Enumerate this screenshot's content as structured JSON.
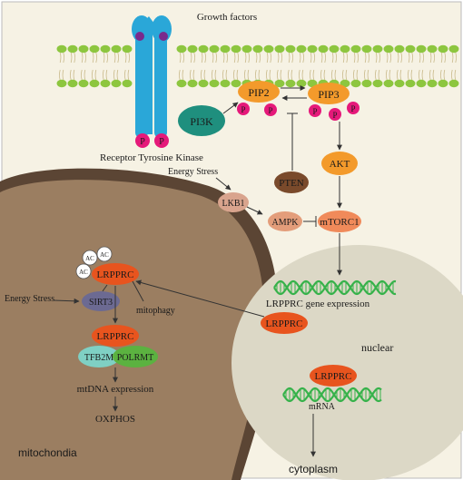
{
  "colors": {
    "background": "#f6f2e4",
    "mito_outer": "#5b4534",
    "mito_inner": "#9b7e61",
    "nucleus": "#dcd8c6",
    "lipid_head": "#8dc63f",
    "receptor": "#2aa7d8",
    "phosphate": "#e5197a",
    "orange_node": "#f39a2b",
    "red_node": "#e8541e",
    "dna": "#36b24a"
  },
  "labels": {
    "growth_factors": "Growth factors",
    "receptor": "Receptor Tyrosine Kinase",
    "energy_stress_top": "Energy Stress",
    "energy_stress_left": "Energy Stress",
    "mitophagy": "mitophagy",
    "mtdna_expression": "mtDNA expression",
    "oxphos": "OXPHOS",
    "gene_expression": "LRPPRC gene expression",
    "nuclear": "nuclear",
    "mrna": "mRNA",
    "cytoplasm": "cytoplasm",
    "mitochondria": "mitochondia"
  },
  "nodes": {
    "pi3k": "PI3K",
    "pip2": "PIP2",
    "pip3": "PIP3",
    "akt": "AKT",
    "pten": "PTEN",
    "lkb1": "LKB1",
    "ampk": "AMPK",
    "mtorc1": "mTORC1",
    "lrpprc_mito": "LRPPRC",
    "sirt3": "SIRT3",
    "lrpprc_mid": "LRPPRC",
    "tfb2m": "TFB2M",
    "polrmt": "POLRMT",
    "lrpprc_nuc": "LRPPRC",
    "lrpprc_mrna": "LRPPRC"
  },
  "marks": {
    "phosphate": "P",
    "acetyl": "AC"
  }
}
